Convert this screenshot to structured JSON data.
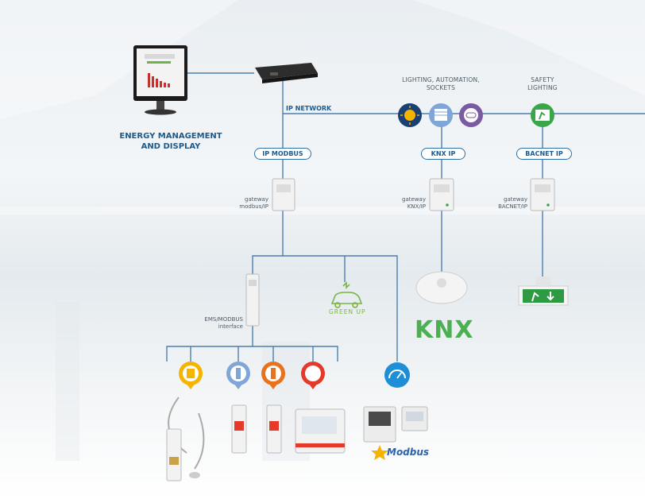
{
  "titles": {
    "energy_management": "ENERGY MANAGEMENT AND DISPLAY",
    "lighting": "LIGHTING, AUTOMATION, SOCKETS",
    "safety": "SAFETY LIGHTING",
    "ip_network": "IP NETWORK"
  },
  "gateways": {
    "ip_modbus": "IP MODBUS",
    "knx_ip": "KNX IP",
    "bacnet_ip": "BACNET IP",
    "modbus_caption": "gateway modbus/IP",
    "knx_caption": "gateway KNX/IP",
    "bacnet_caption": "gateway BACNET/IP"
  },
  "devices": {
    "ems_caption": "EMS/MODBUS interface",
    "green_up": "GREEN UP",
    "knx_logo": "KNX",
    "modbus_logo": "Modbus"
  },
  "colors": {
    "line": "#4d7fae",
    "accent_blue": "#1d5a8c",
    "yellow": "#f5b400",
    "orange": "#e8731c",
    "red": "#e53a2a",
    "blue_light": "#7fa6d6",
    "green": "#3aa64a",
    "purple": "#7a5aa0",
    "knx_green": "#4caf50",
    "knx_blue": "#2a63a8"
  },
  "icons": [
    "yellow-sun-icon",
    "blue-shutter-icon",
    "purple-socket-icon",
    "green-exit-icon",
    "yellow-meter-icon",
    "blue-breaker-icon",
    "orange-breaker-icon",
    "red-controller-icon",
    "blue-gauge-icon",
    "electric-car-icon"
  ]
}
